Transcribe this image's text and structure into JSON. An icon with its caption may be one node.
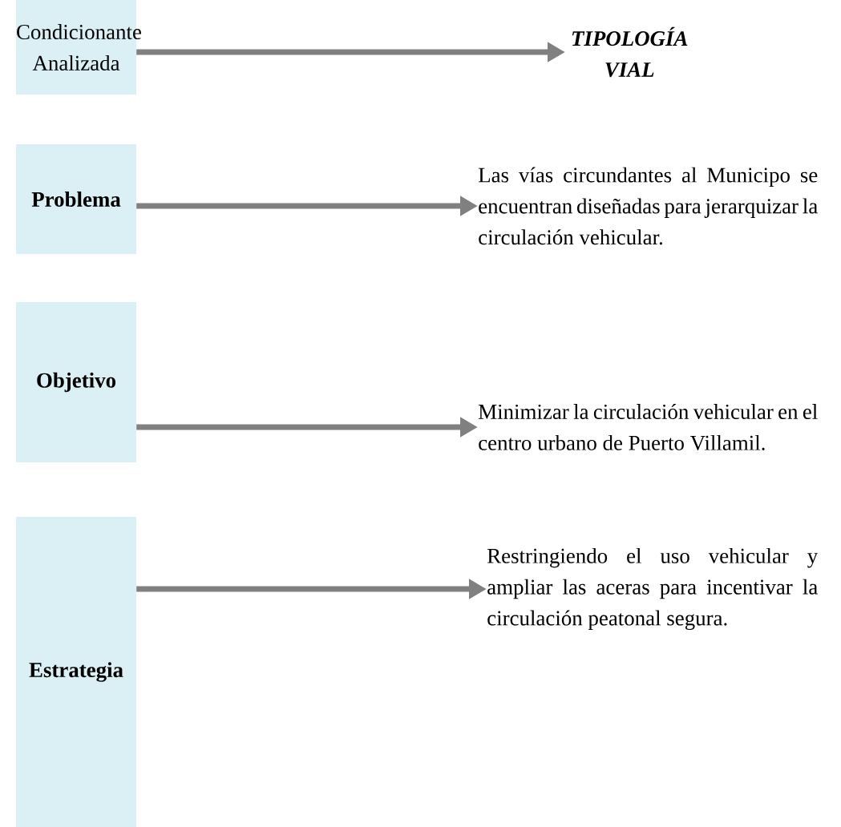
{
  "diagram": {
    "nodes": [
      {
        "text": [
          "Condicionante Analizada"
        ]
      },
      {
        "text": [
          "Problema"
        ]
      },
      {
        "text": [
          "Objetivo"
        ]
      },
      {
        "text": [
          "Estrategia"
        ]
      },
      {
        "text": [
          "TIPOLOGÍA VIAL"
        ]
      },
      {
        "text": [
          "Las vías circundantes al Municipo se encuentran diseñadas para jerarquizar la circulación vehicular."
        ]
      },
      {
        "text": [
          "Minimizar la circulación vehicular en el centro urbano de Puerto Villamil."
        ]
      },
      {
        "text": [
          "Restringiendo el uso vehicular y ampliar las aceras para incentivar la circulación peatonal segura."
        ]
      }
    ],
    "edges": [
      {
        "from": 0,
        "to": 4,
        "arrow": "to"
      },
      {
        "from": 1,
        "to": 5,
        "arrow": "to"
      },
      {
        "from": 2,
        "to": 6,
        "arrow": "to"
      },
      {
        "from": 3,
        "to": 7,
        "arrow": "to"
      }
    ]
  }
}
